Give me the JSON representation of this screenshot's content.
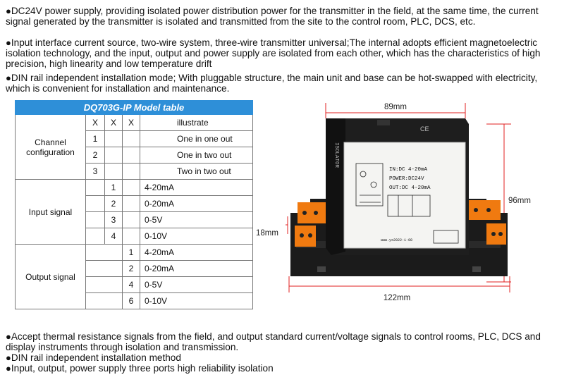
{
  "intro": [
    "DC24V power supply, providing isolated power distribution power for the transmitter in the field, at the same time, the current signal generated by the transmitter is isolated and transmitted from the site to the control room, PLC, DCS, etc.",
    "Input interface current source, two-wire system, three-wire transmitter universal;The internal adopts efficient magnetoelectric isolation technology, and the input, output and power supply are isolated from each other, which has the characteristics of high precision, high linearity and low temperature drift",
    "DIN rail independent installation mode; With pluggable structure, the main unit and base can be hot-swapped with electricity, which is convenient for installation and maintenance."
  ],
  "table": {
    "title": "DQ703G-IP Model table",
    "header": [
      "X",
      "X",
      "X",
      "illustrate"
    ],
    "channel": {
      "label": "Channel configuration",
      "rows": [
        {
          "code": "1",
          "desc": "One in one out"
        },
        {
          "code": "2",
          "desc": "One in two out"
        },
        {
          "code": "3",
          "desc": "Two in two out"
        }
      ]
    },
    "input": {
      "label": "Input signal",
      "rows": [
        {
          "code": "1",
          "desc": "4-20mA"
        },
        {
          "code": "2",
          "desc": "0-20mA"
        },
        {
          "code": "3",
          "desc": "0-5V"
        },
        {
          "code": "4",
          "desc": "0-10V"
        }
      ]
    },
    "output": {
      "label": "Output signal",
      "rows": [
        {
          "code": "1",
          "desc": "4-20mA"
        },
        {
          "code": "2",
          "desc": "0-20mA"
        },
        {
          "code": "4",
          "desc": "0-5V"
        },
        {
          "code": "6",
          "desc": "0-10V"
        }
      ]
    }
  },
  "device": {
    "dim_width_top": "89mm",
    "dim_height": "96mm",
    "dim_depth": "18mm",
    "dim_width_bottom": "122mm",
    "label_line1": "IN:DC 4-20mA",
    "label_line2": "POWER:DC24V",
    "label_line3": "OUT:DC 4-20mA",
    "side_text": "ISOLATOR",
    "ce_mark": "CE",
    "date_text": "www.yx2022-1-08",
    "accent_color": "#e02020",
    "table_header_color": "#2e8fd8",
    "terminal_color": "#f07a10"
  },
  "bottom": [
    "Accept thermal resistance signals from the field, and output standard current/voltage signals to control rooms, PLC, DCS and display instruments through isolation and transmission.",
    "DIN rail independent installation method",
    "Input, output, power supply three ports high reliability isolation"
  ]
}
